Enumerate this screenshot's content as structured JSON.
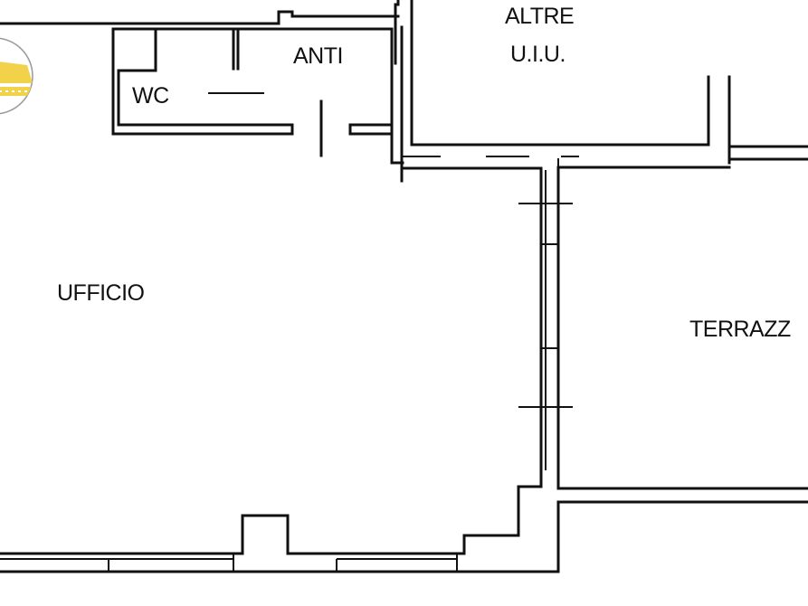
{
  "rooms": {
    "wc": "WC",
    "anti": "ANTI",
    "altre_line1": "ALTRE",
    "altre_line2": "U.I.U.",
    "ufficio": "UFFICIO",
    "terrazza": "TERRAZZ"
  },
  "colors": {
    "wall": "#111111",
    "logo_fill": "#f2d24a",
    "logo_outline": "#999999"
  },
  "icons": {
    "logo": "agency-logo-partial"
  }
}
